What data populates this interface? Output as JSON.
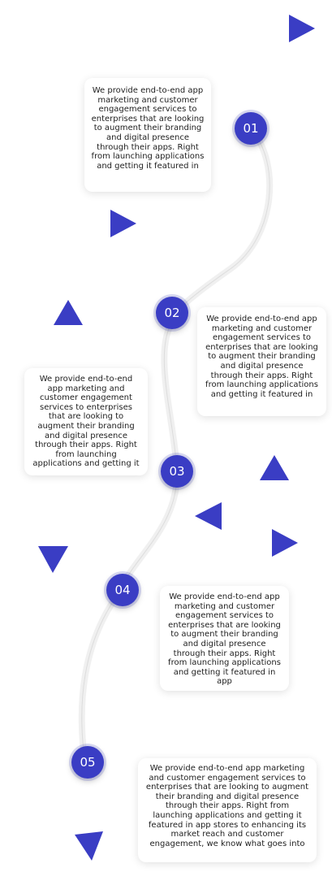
{
  "accent_color": "#3a3dc4",
  "steps": [
    {
      "number": "01",
      "text": "We provide end-to-end app marketing and customer engagement services to enterprises that are looking to augment their branding and digital presence through their apps. Right from launching applications and getting it featured in"
    },
    {
      "number": "02",
      "text": "We provide end-to-end app marketing and customer engagement services to enterprises that are looking to augment their branding and digital presence through their apps. Right from launching applications and getting it featured in"
    },
    {
      "number": "03",
      "text": "We provide end-to-end app marketing and customer engagement services to enterprises that are looking to augment their branding and digital presence through their apps. Right from launching applications and getting it"
    },
    {
      "number": "04",
      "text": "We provide end-to-end app marketing and customer engagement services to enterprises that are looking to augment their branding and digital presence through their apps. Right from launching applications and getting it featured in app"
    },
    {
      "number": "05",
      "text": "We provide end-to-end app marketing and customer engagement services to enterprises that are looking to augment their branding and digital presence through their apps. Right from launching applications and getting it featured in app stores to enhancing its market reach and customer engagement, we know what goes into"
    }
  ],
  "decorations": {
    "triangle_icon": "triangle-icon"
  }
}
